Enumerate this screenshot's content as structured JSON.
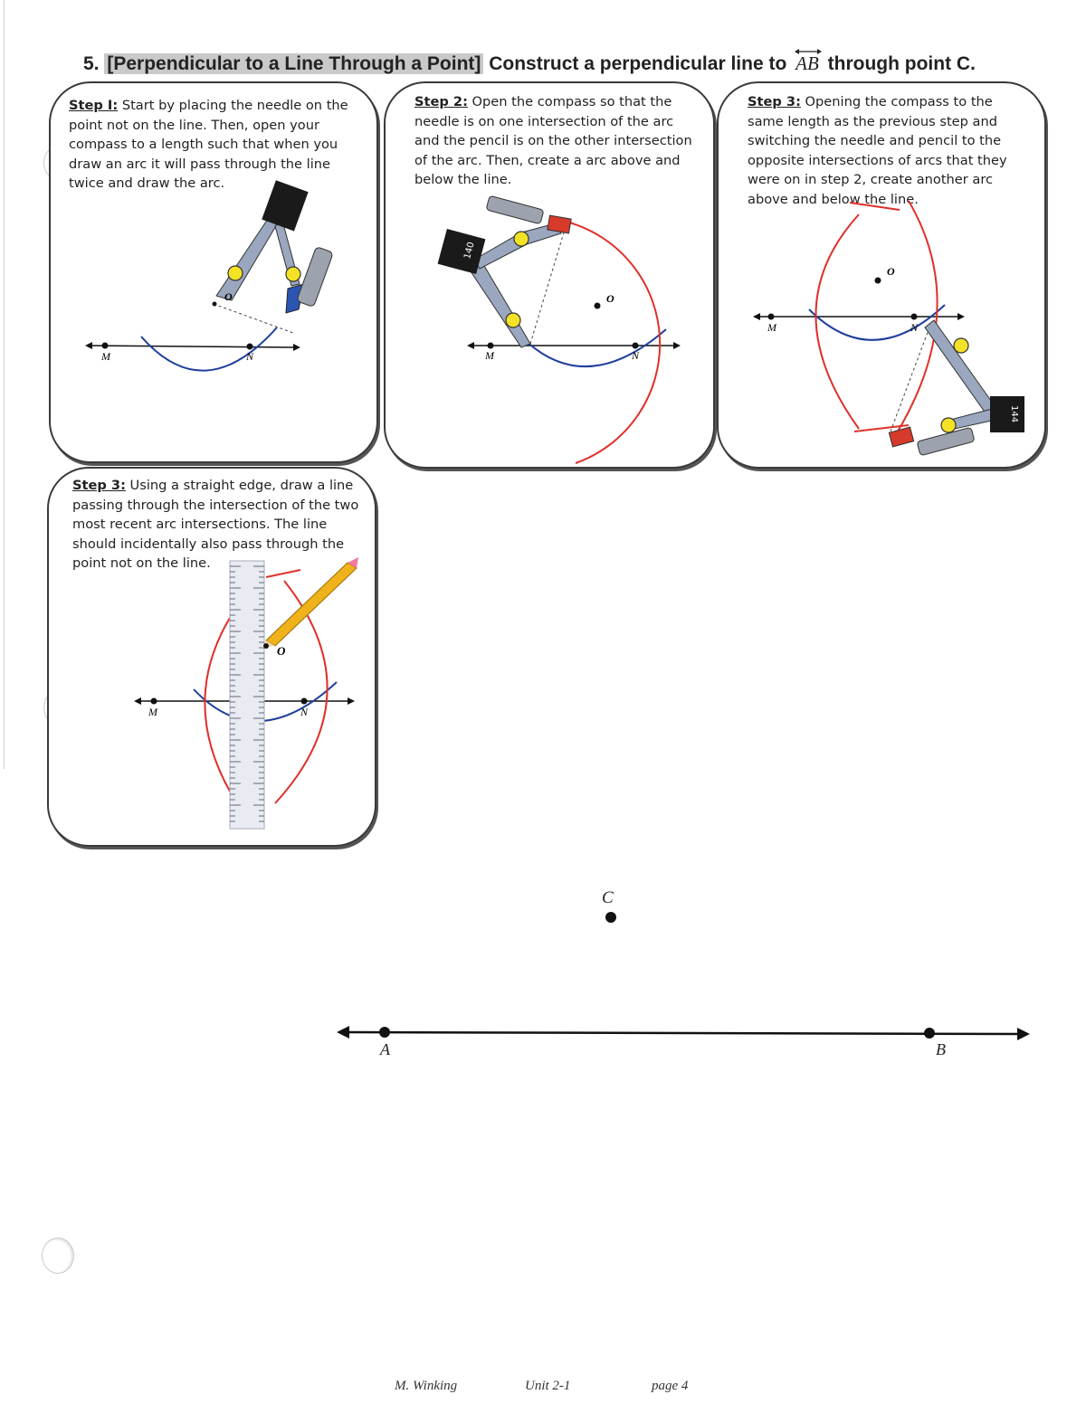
{
  "problem": {
    "number": "5.",
    "topic": "[Perpendicular to a Line Through a Point]",
    "instruction_before": "Construct a perpendicular line to",
    "line_name": "AB",
    "instruction_after": "through point C."
  },
  "steps": [
    {
      "label": "Step I:",
      "text": " Start by placing the needle on the point not on the line. Then, open your compass to a length such that when you draw an arc it will pass through the line twice and draw the arc.",
      "fig_labels": {
        "m": "M",
        "n": "N",
        "o": "O"
      }
    },
    {
      "label": "Step 2:",
      "text": " Open the compass so that the needle is on one intersection of the arc and the pencil is on the other intersection of the arc. Then, create a arc above and below the line.",
      "fig_labels": {
        "m": "M",
        "n": "N",
        "o": "O",
        "dial": "140"
      }
    },
    {
      "label": "Step 3:",
      "text": " Opening the compass to the same length as the previous step and switching the needle and pencil to the opposite intersections of arcs that they were on in step 2, create another arc above and below the line.",
      "fig_labels": {
        "m": "M",
        "n": "N",
        "o": "O",
        "dial": "144"
      }
    },
    {
      "label": "Step 3:",
      "text": " Using a straight edge, draw a line passing through the intersection of the two most recent arc intersections. The line should incidentally also pass through the point not on the line.",
      "fig_labels": {
        "m": "M",
        "n": "N",
        "o": "O"
      }
    }
  ],
  "construction": {
    "point_c": "C",
    "point_a": "A",
    "point_b": "B"
  },
  "footer": {
    "author": "M. Winking",
    "unit": "Unit 2-1",
    "page": "page  4"
  },
  "colors": {
    "red_arc": "#e0302a",
    "blue_arc": "#1f3f9c",
    "highlight": "#c9c9c9"
  }
}
